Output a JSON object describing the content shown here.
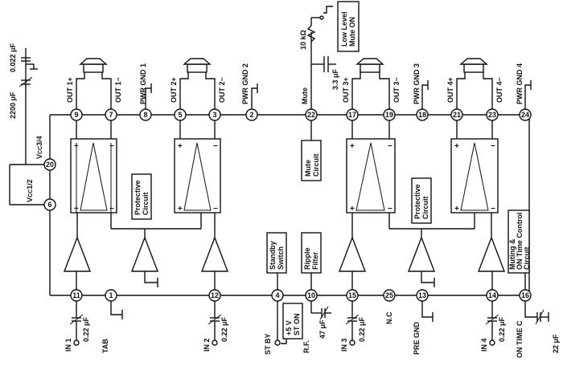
{
  "pins": {
    "p9": "9",
    "p7": "7",
    "p8": "8",
    "p5": "5",
    "p3": "3",
    "p2": "2",
    "p22": "22",
    "p17": "17",
    "p19": "19",
    "p18": "18",
    "p21": "21",
    "p23": "23",
    "p24": "24",
    "p20": "20",
    "p6": "6",
    "p11": "11",
    "p1": "1",
    "p12": "12",
    "p4": "4",
    "p10": "10",
    "p15": "15",
    "p25": "25",
    "p13": "13",
    "p14": "14",
    "p16": "16"
  },
  "top_labels": {
    "out1p": "OUT 1+",
    "out1m": "OUT 1−",
    "pwrgnd1": "PWR GND 1",
    "out2p": "OUT 2+",
    "out2m": "OUT 2−",
    "pwrgnd2": "PWR GND 2",
    "mute": "Mute",
    "out3p": "OUT 3+",
    "out3m": "OUT 3−",
    "pwrgnd3": "PWR GND 3",
    "out4p": "OUT 4+",
    "out4m": "OUT 4−",
    "pwrgnd4": "PWR GND 4"
  },
  "left_labels": {
    "vcc34": "V",
    "vcc34_sub": "CC",
    "vcc34_tail": "3/4",
    "vcc12": "V",
    "vcc12_sub": "CC",
    "vcc12_tail": "1/2",
    "cap_small": "0.022 μF",
    "cap_big": "2200 μF"
  },
  "mute_side": {
    "resistor": "10 kΩ",
    "cap": "3.3 μF",
    "mute_box": "Low Level Mute ON"
  },
  "boxes": {
    "mute_circuit": "Mute Circuit",
    "protective1": "Protective Circuit",
    "protective2": "Protective Circuit",
    "standby": "Standby Switch",
    "ripple": "Ripple Filter",
    "muting_timer": "Muting & ON Time Control Circuit",
    "st_on": "+5 V ST ON"
  },
  "bottom_labels": {
    "in1": "IN 1",
    "in1_cap": "0.22 μF",
    "tab": "TAB",
    "in2": "IN 2",
    "in2_cap": "0.22 μF",
    "stby": "ST BY",
    "rf": "R.F.",
    "rf_cap": "47 μF",
    "in3": "IN 3",
    "in3_cap": "0.22 μF",
    "nc": "N.C",
    "pregnd": "PRE GND",
    "in4": "IN 4",
    "in4_cap": "0.22 μF",
    "ontime": "ON TIME C",
    "ontime_cap": "22 μF"
  },
  "amp_marks": {
    "plus": "+",
    "minus": "−"
  }
}
